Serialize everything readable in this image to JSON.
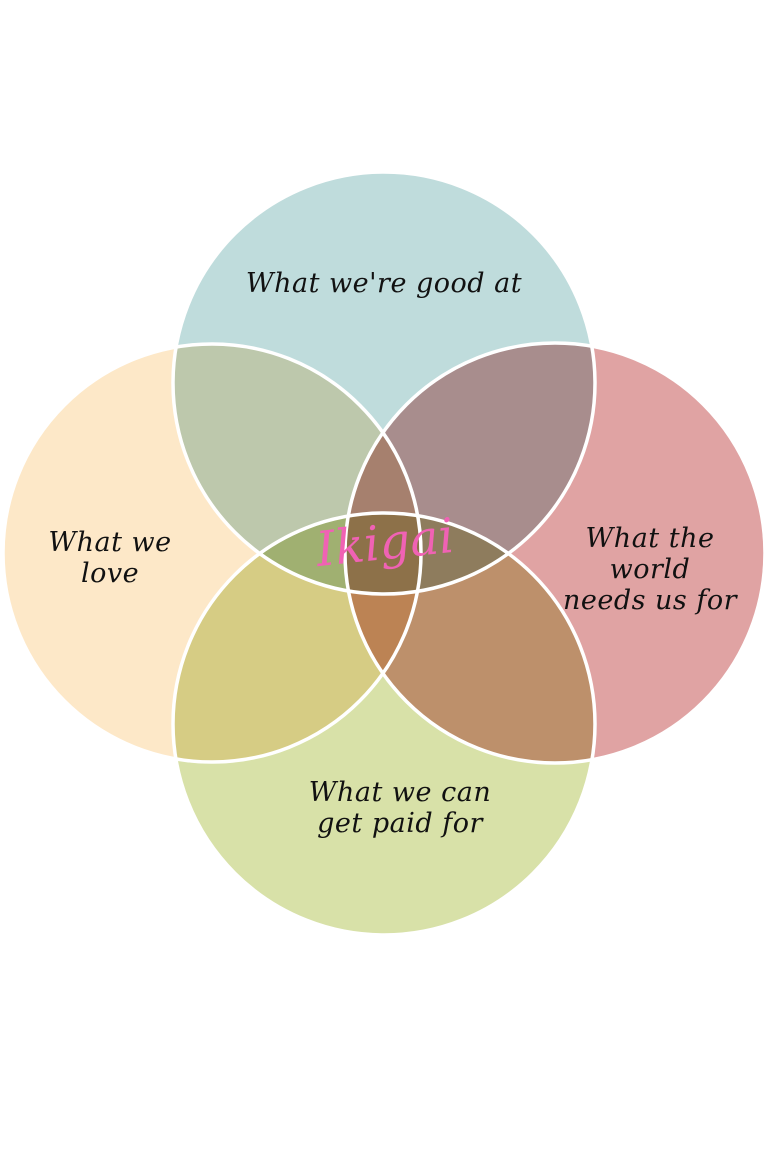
{
  "diagram": {
    "title": "Ikigai",
    "circles": [
      {
        "label": "What we're good at",
        "color": "#bfdcdc"
      },
      {
        "label_lines": [
          "What we",
          "love"
        ],
        "color": "#fde8c8"
      },
      {
        "label_lines": [
          "What the world",
          "needs us for"
        ],
        "color": "#e0a3a3"
      },
      {
        "label_lines": [
          "What we can",
          "get paid for"
        ],
        "color": "#d6e0a6"
      }
    ],
    "center_color": "#f062b4"
  }
}
